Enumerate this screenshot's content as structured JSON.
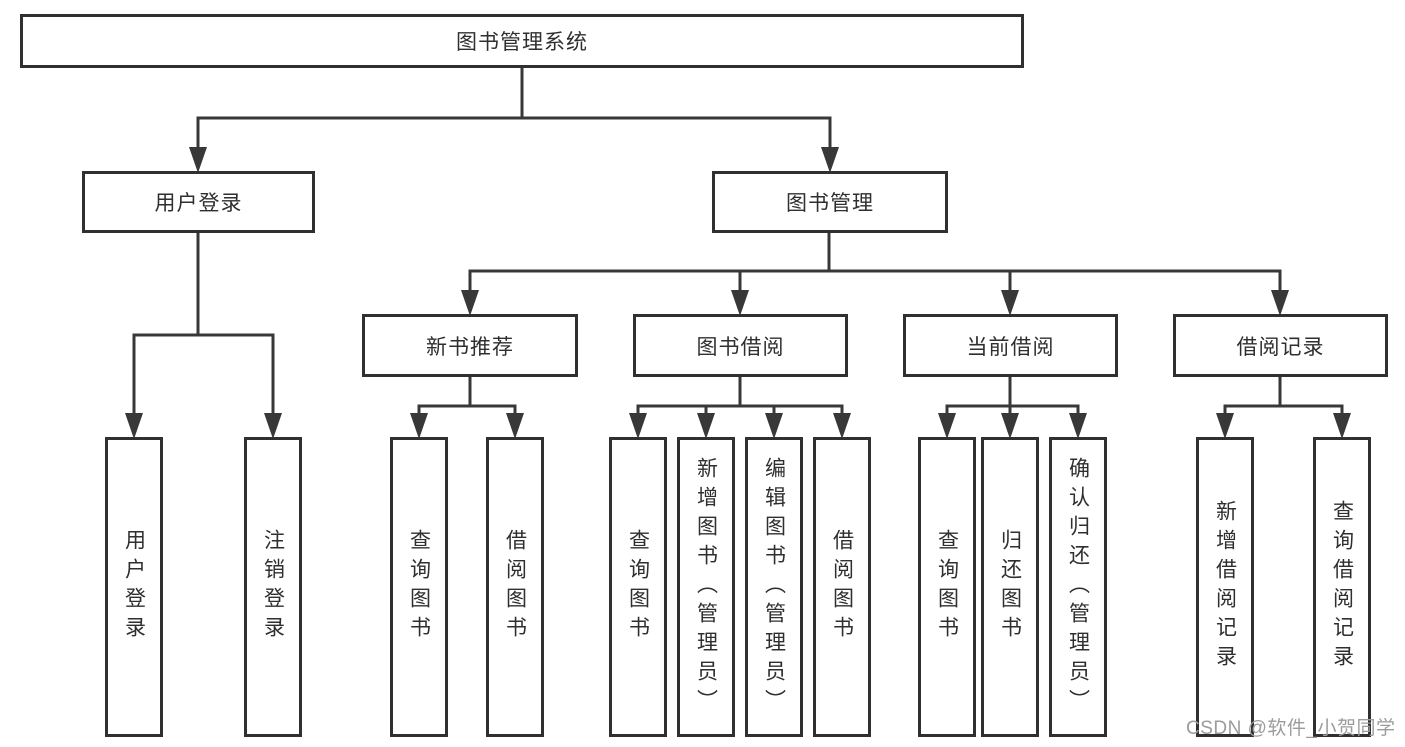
{
  "page": {
    "watermark": "CSDN @软件_小贺同学"
  },
  "colors": {
    "line": "#383838",
    "box_border": "#303030",
    "text": "#2f2f2f",
    "watermark": "#9c9c9c",
    "background": "#ffffff"
  },
  "tree": {
    "label": "图书管理系统",
    "children": [
      {
        "label": "用户登录",
        "children": [
          {
            "label": "用户登录"
          },
          {
            "label": "注销登录"
          }
        ]
      },
      {
        "label": "图书管理",
        "children": [
          {
            "label": "新书推荐",
            "children": [
              {
                "label": "查询图书"
              },
              {
                "label": "借阅图书"
              }
            ]
          },
          {
            "label": "图书借阅",
            "children": [
              {
                "label": "查询图书"
              },
              {
                "label": "新增图书（管理员）"
              },
              {
                "label": "编辑图书（管理员）"
              },
              {
                "label": "借阅图书"
              }
            ]
          },
          {
            "label": "当前借阅",
            "children": [
              {
                "label": "查询图书"
              },
              {
                "label": "归还图书"
              },
              {
                "label": "确认归还（管理员）"
              }
            ]
          },
          {
            "label": "借阅记录",
            "children": [
              {
                "label": "新增借阅记录"
              },
              {
                "label": "查询借阅记录"
              }
            ]
          }
        ]
      }
    ]
  }
}
